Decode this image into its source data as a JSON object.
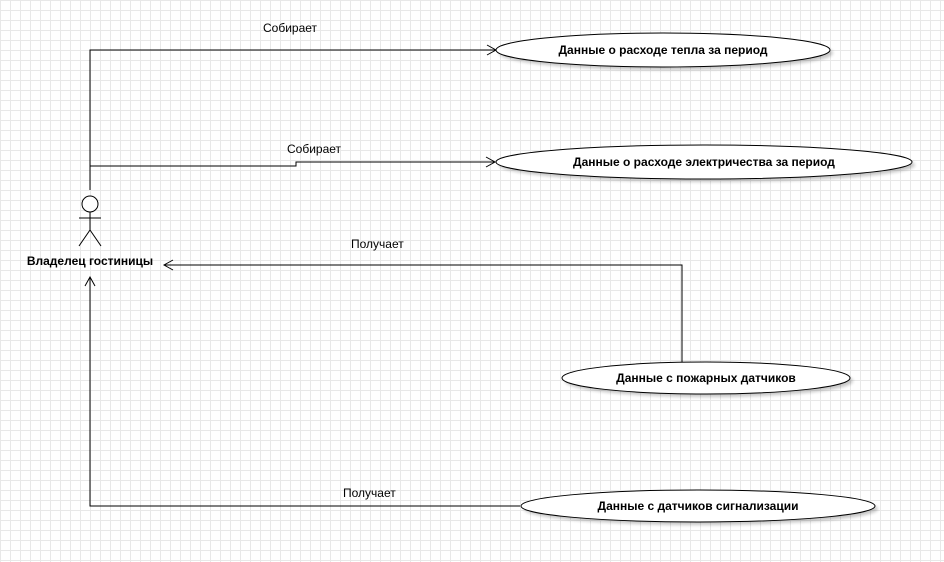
{
  "actor": {
    "label": "Владелец гостиницы"
  },
  "use_cases": [
    {
      "label": "Данные о расходе тепла за период"
    },
    {
      "label": "Данные о расходе электричества за период"
    },
    {
      "label": "Данные с пожарных датчиков"
    },
    {
      "label": "Данные с датчиков сигнализации"
    }
  ],
  "edges": [
    {
      "label": "Собирает"
    },
    {
      "label": "Собирает"
    },
    {
      "label": "Получает"
    },
    {
      "label": "Получает"
    }
  ]
}
